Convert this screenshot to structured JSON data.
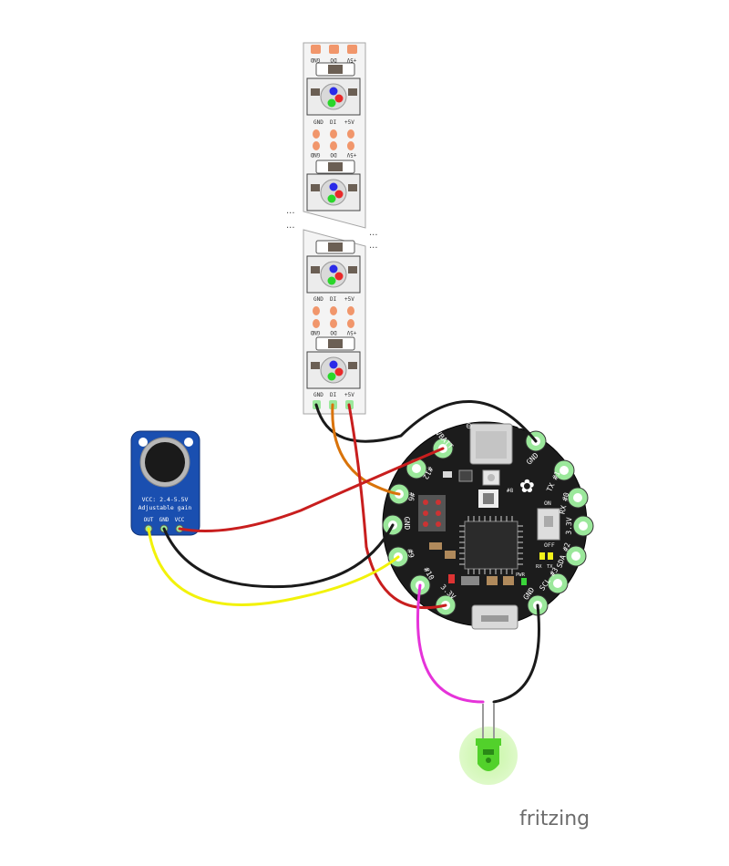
{
  "strip": {
    "pins_in": [
      "GND",
      "DI",
      "+5V"
    ],
    "pins_out": [
      "GND",
      "DO",
      "+5V"
    ],
    "break_marks": [
      "...",
      "..."
    ]
  },
  "mic": {
    "line1": "VCC: 2.4-5.5V",
    "line2": "Adjustable gain",
    "pins": [
      "OUT",
      "GND",
      "VCC"
    ]
  },
  "flora": {
    "pads": {
      "vbatt": "VBATT",
      "gnd_top": "GND",
      "tx": "TX #1",
      "rx": "RX #0",
      "v33_right": "3.3V",
      "sda": "SDA #2",
      "scl": "SCL #3",
      "gnd_bottom": "GND",
      "v33_bottom": "3.3V",
      "p10": "#10",
      "p9": "#9",
      "gnd_left": "GND",
      "p6": "#6",
      "p12": "#12"
    },
    "switch_on": "ON",
    "switch_off": "OFF",
    "rx_led": "RX",
    "tx_led": "TX",
    "pwr_led": "PWR",
    "led8": "#8"
  },
  "brand": "fritzing",
  "colors": {
    "wire_red": "#c81e1e",
    "wire_black": "#1a1a1a",
    "wire_yellow": "#f2f20a",
    "wire_orange": "#d9730a",
    "wire_magenta": "#e533d9",
    "wire_green": "#2a6b1a",
    "board_black": "#1c1c1c",
    "mic_blue": "#1a4fb0",
    "pad_green": "#9be89b",
    "strip_pad": "#f1966b"
  }
}
